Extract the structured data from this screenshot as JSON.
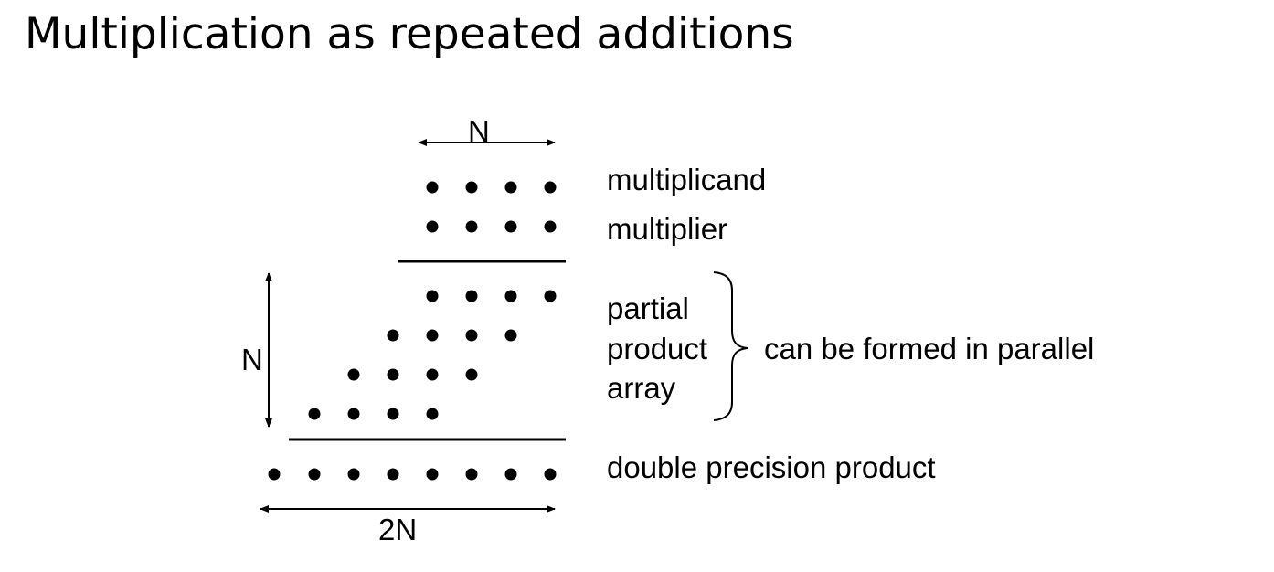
{
  "title": "Multiplication as repeated additions",
  "labels": {
    "top_width": "N",
    "multiplicand": "multiplicand",
    "multiplier": "multiplier",
    "partial_line1": "partial",
    "partial_line2": "product",
    "partial_line3": "array",
    "parallel_note": "can be formed in parallel",
    "rows_height": "N",
    "product": "double precision product",
    "bottom_width": "2N"
  },
  "colors": {
    "ink": "#000000",
    "background": "#ffffff"
  }
}
